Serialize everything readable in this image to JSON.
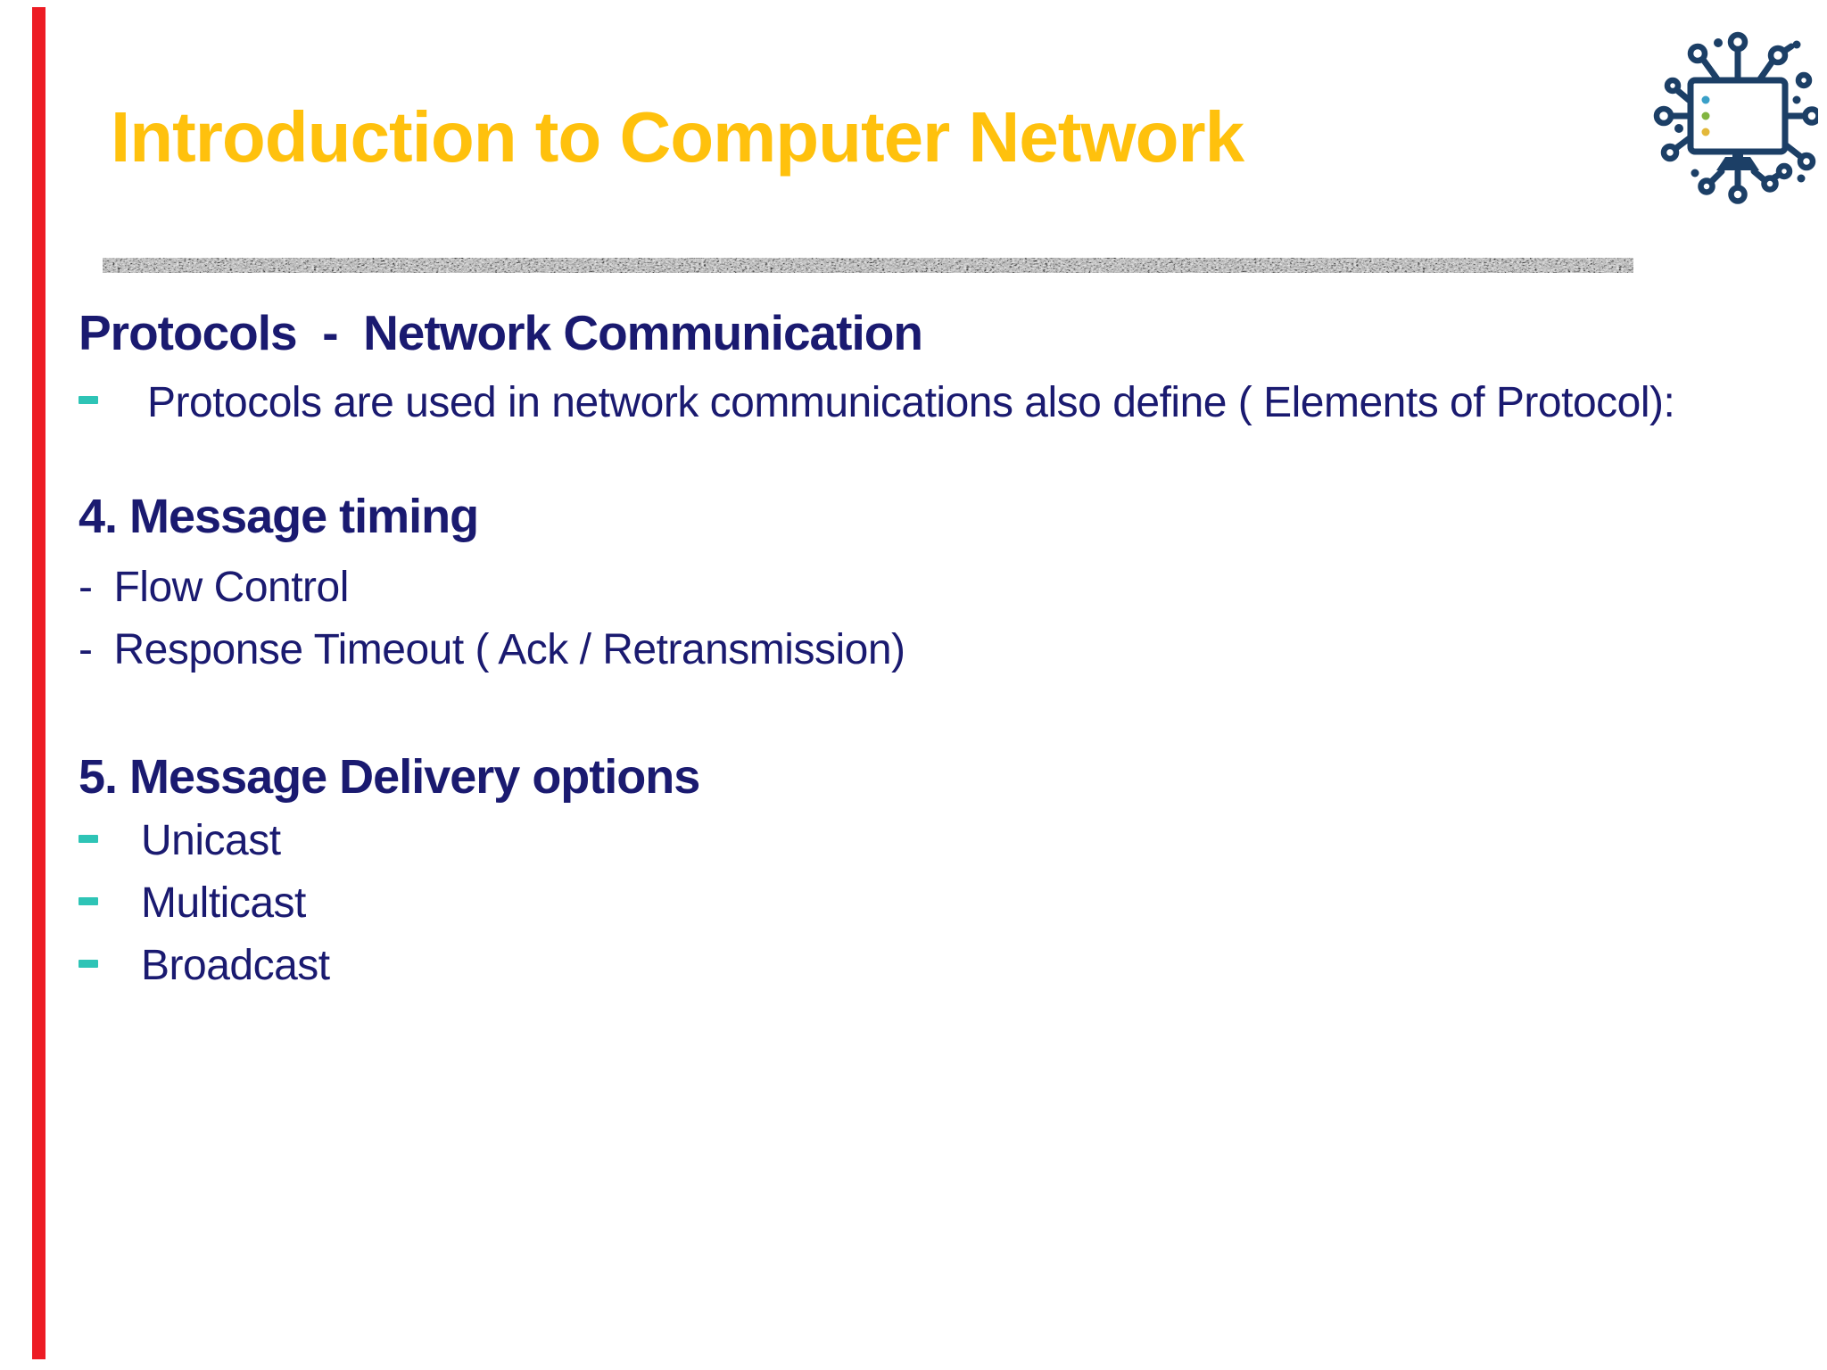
{
  "slide": {
    "title": "Introduction to Computer Network",
    "heading": "Protocols  -  Network Communication",
    "intro": {
      "text": "Protocols are used in network communications also define ( Elements of Protocol):"
    },
    "section4": {
      "heading": "4. Message timing",
      "bullet_glyph": "-",
      "items": [
        "Flow Control",
        "Response Timeout ( Ack / Retransmission)"
      ]
    },
    "section5": {
      "heading": "5. Message Delivery options",
      "items": [
        "Unicast",
        "Multicast",
        "Broadcast"
      ]
    }
  },
  "colors": {
    "title_gold": "#FFC10D",
    "text_navy": "#1A1A70",
    "accent_teal": "#2EC4B6",
    "red_bar": "#ED1C24",
    "icon_navy": "#1C3F66",
    "icon_dot_blue": "#3AA0C8",
    "icon_dot_green": "#82B541",
    "icon_dot_yellow": "#E3B83A"
  },
  "icons": {
    "brand": "network-computer-icon"
  }
}
